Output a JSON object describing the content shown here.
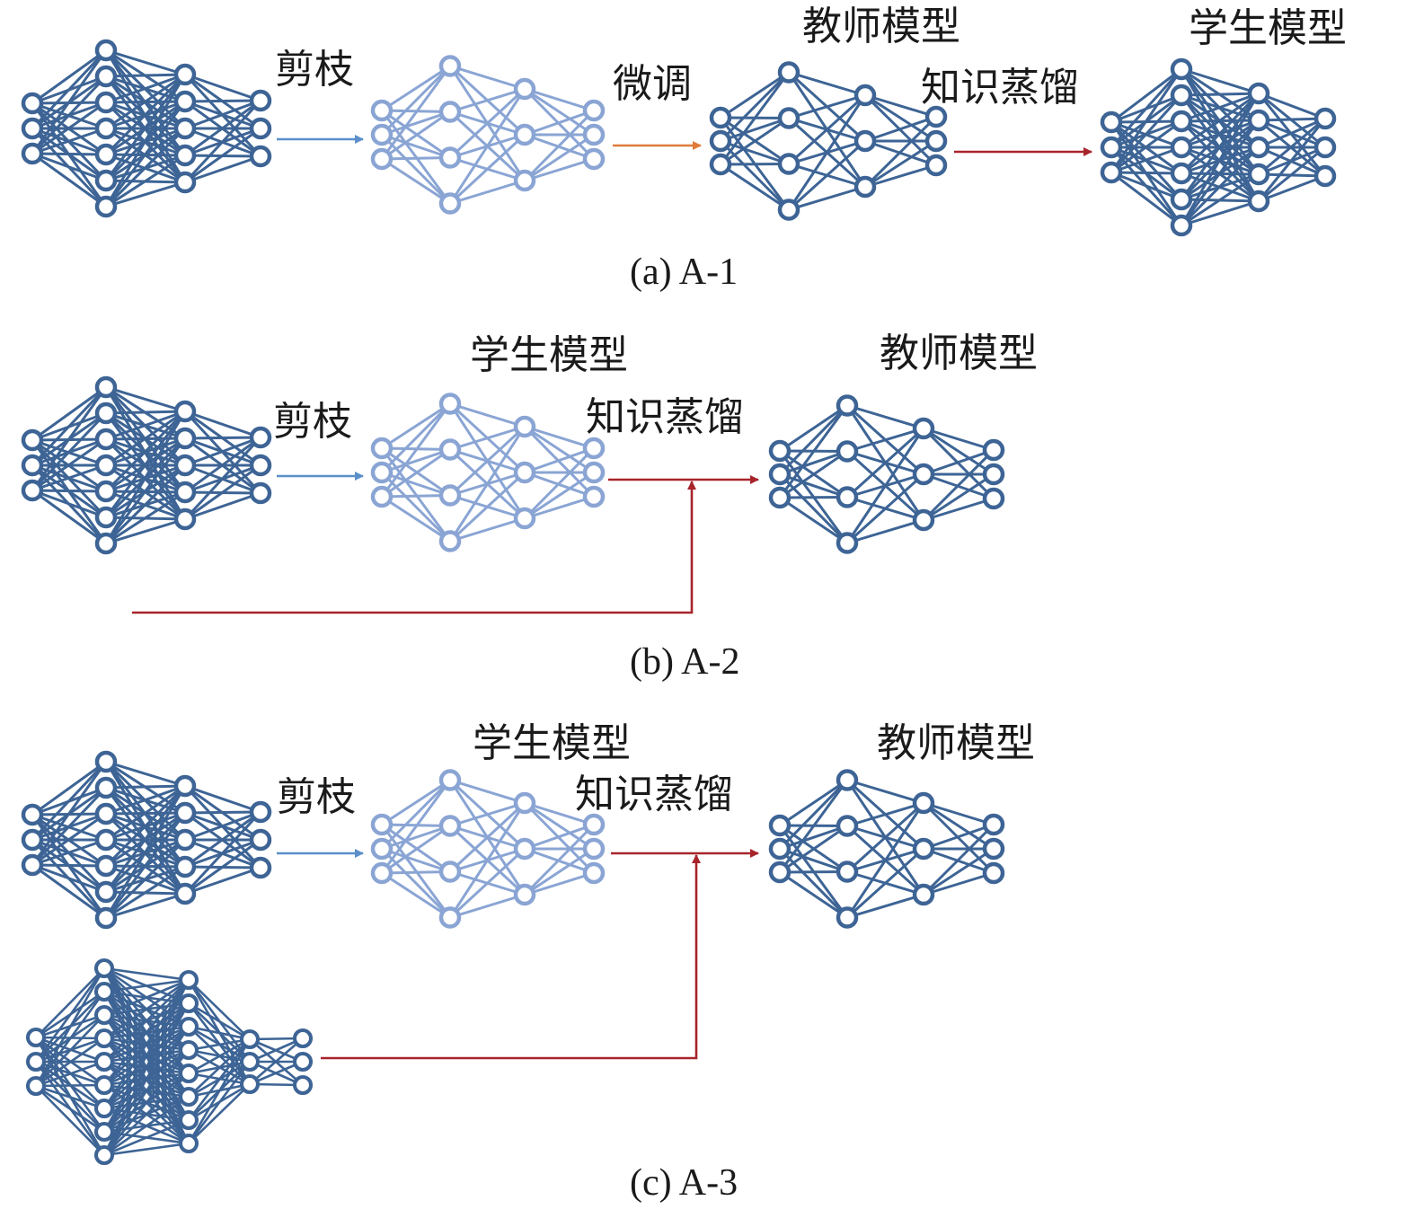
{
  "colors": {
    "net_dark": "#3d6495",
    "net_light": "#8aa5d4",
    "arrow_prune": "#5b8fc9",
    "arrow_finetune": "#e07b39",
    "arrow_distill": "#a8242b",
    "text": "#1a1a1a"
  },
  "labels": {
    "prune": "剪枝",
    "finetune": "微调",
    "distill": "知识蒸馏",
    "teacher": "教师模型",
    "student": "学生模型"
  },
  "captions": {
    "a": "(a) A-1",
    "b": "(b) A-2",
    "c": "(c) A-3"
  },
  "networks": {
    "original": {
      "layers": [
        3,
        7,
        5,
        3
      ],
      "shade": "dark"
    },
    "pruned": {
      "layers": [
        3,
        4,
        3,
        3
      ],
      "shade": "light"
    },
    "pruned_finetuned": {
      "layers": [
        3,
        4,
        3,
        3
      ],
      "shade": "dark"
    },
    "large_teacher": {
      "layers": [
        3,
        9,
        8,
        3,
        3
      ],
      "shade": "dark"
    }
  },
  "panels": [
    {
      "id": "a",
      "steps": [
        "original",
        "prune",
        "pruned",
        "finetune",
        "teacher",
        "distill",
        "student"
      ]
    },
    {
      "id": "b",
      "steps": [
        "original",
        "prune",
        "student",
        "distill",
        "teacher"
      ],
      "teacher_source": "original"
    },
    {
      "id": "c",
      "steps": [
        "original",
        "prune",
        "student",
        "distill",
        "teacher"
      ],
      "teacher_source": "large_teacher"
    }
  ]
}
